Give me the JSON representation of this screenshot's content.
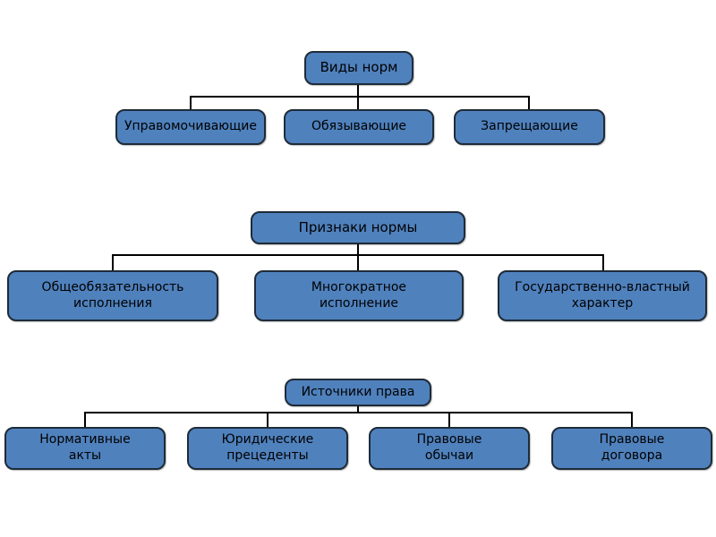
{
  "slide": {
    "background_color": "#ffffff",
    "node_fill_color": "#4f81bd",
    "node_border_color": "#1e2b38",
    "connector_color": "#000000",
    "text_color": "#000000",
    "trees": [
      {
        "root": "Виды норм",
        "children": [
          "Управомочивающие",
          "Обязывающие",
          "Запрещающие"
        ]
      },
      {
        "root": "Признаки нормы",
        "children": [
          "Общеобязательность\nисполнения",
          "Многократное\nисполнение",
          "Государственно-властный\nхарактер"
        ]
      },
      {
        "root": "Источники права",
        "children": [
          "Нормативные\nакты",
          "Юридические\nпрецеденты",
          "Правовые\nобычаи",
          "Правовые\nдоговора"
        ]
      }
    ]
  }
}
